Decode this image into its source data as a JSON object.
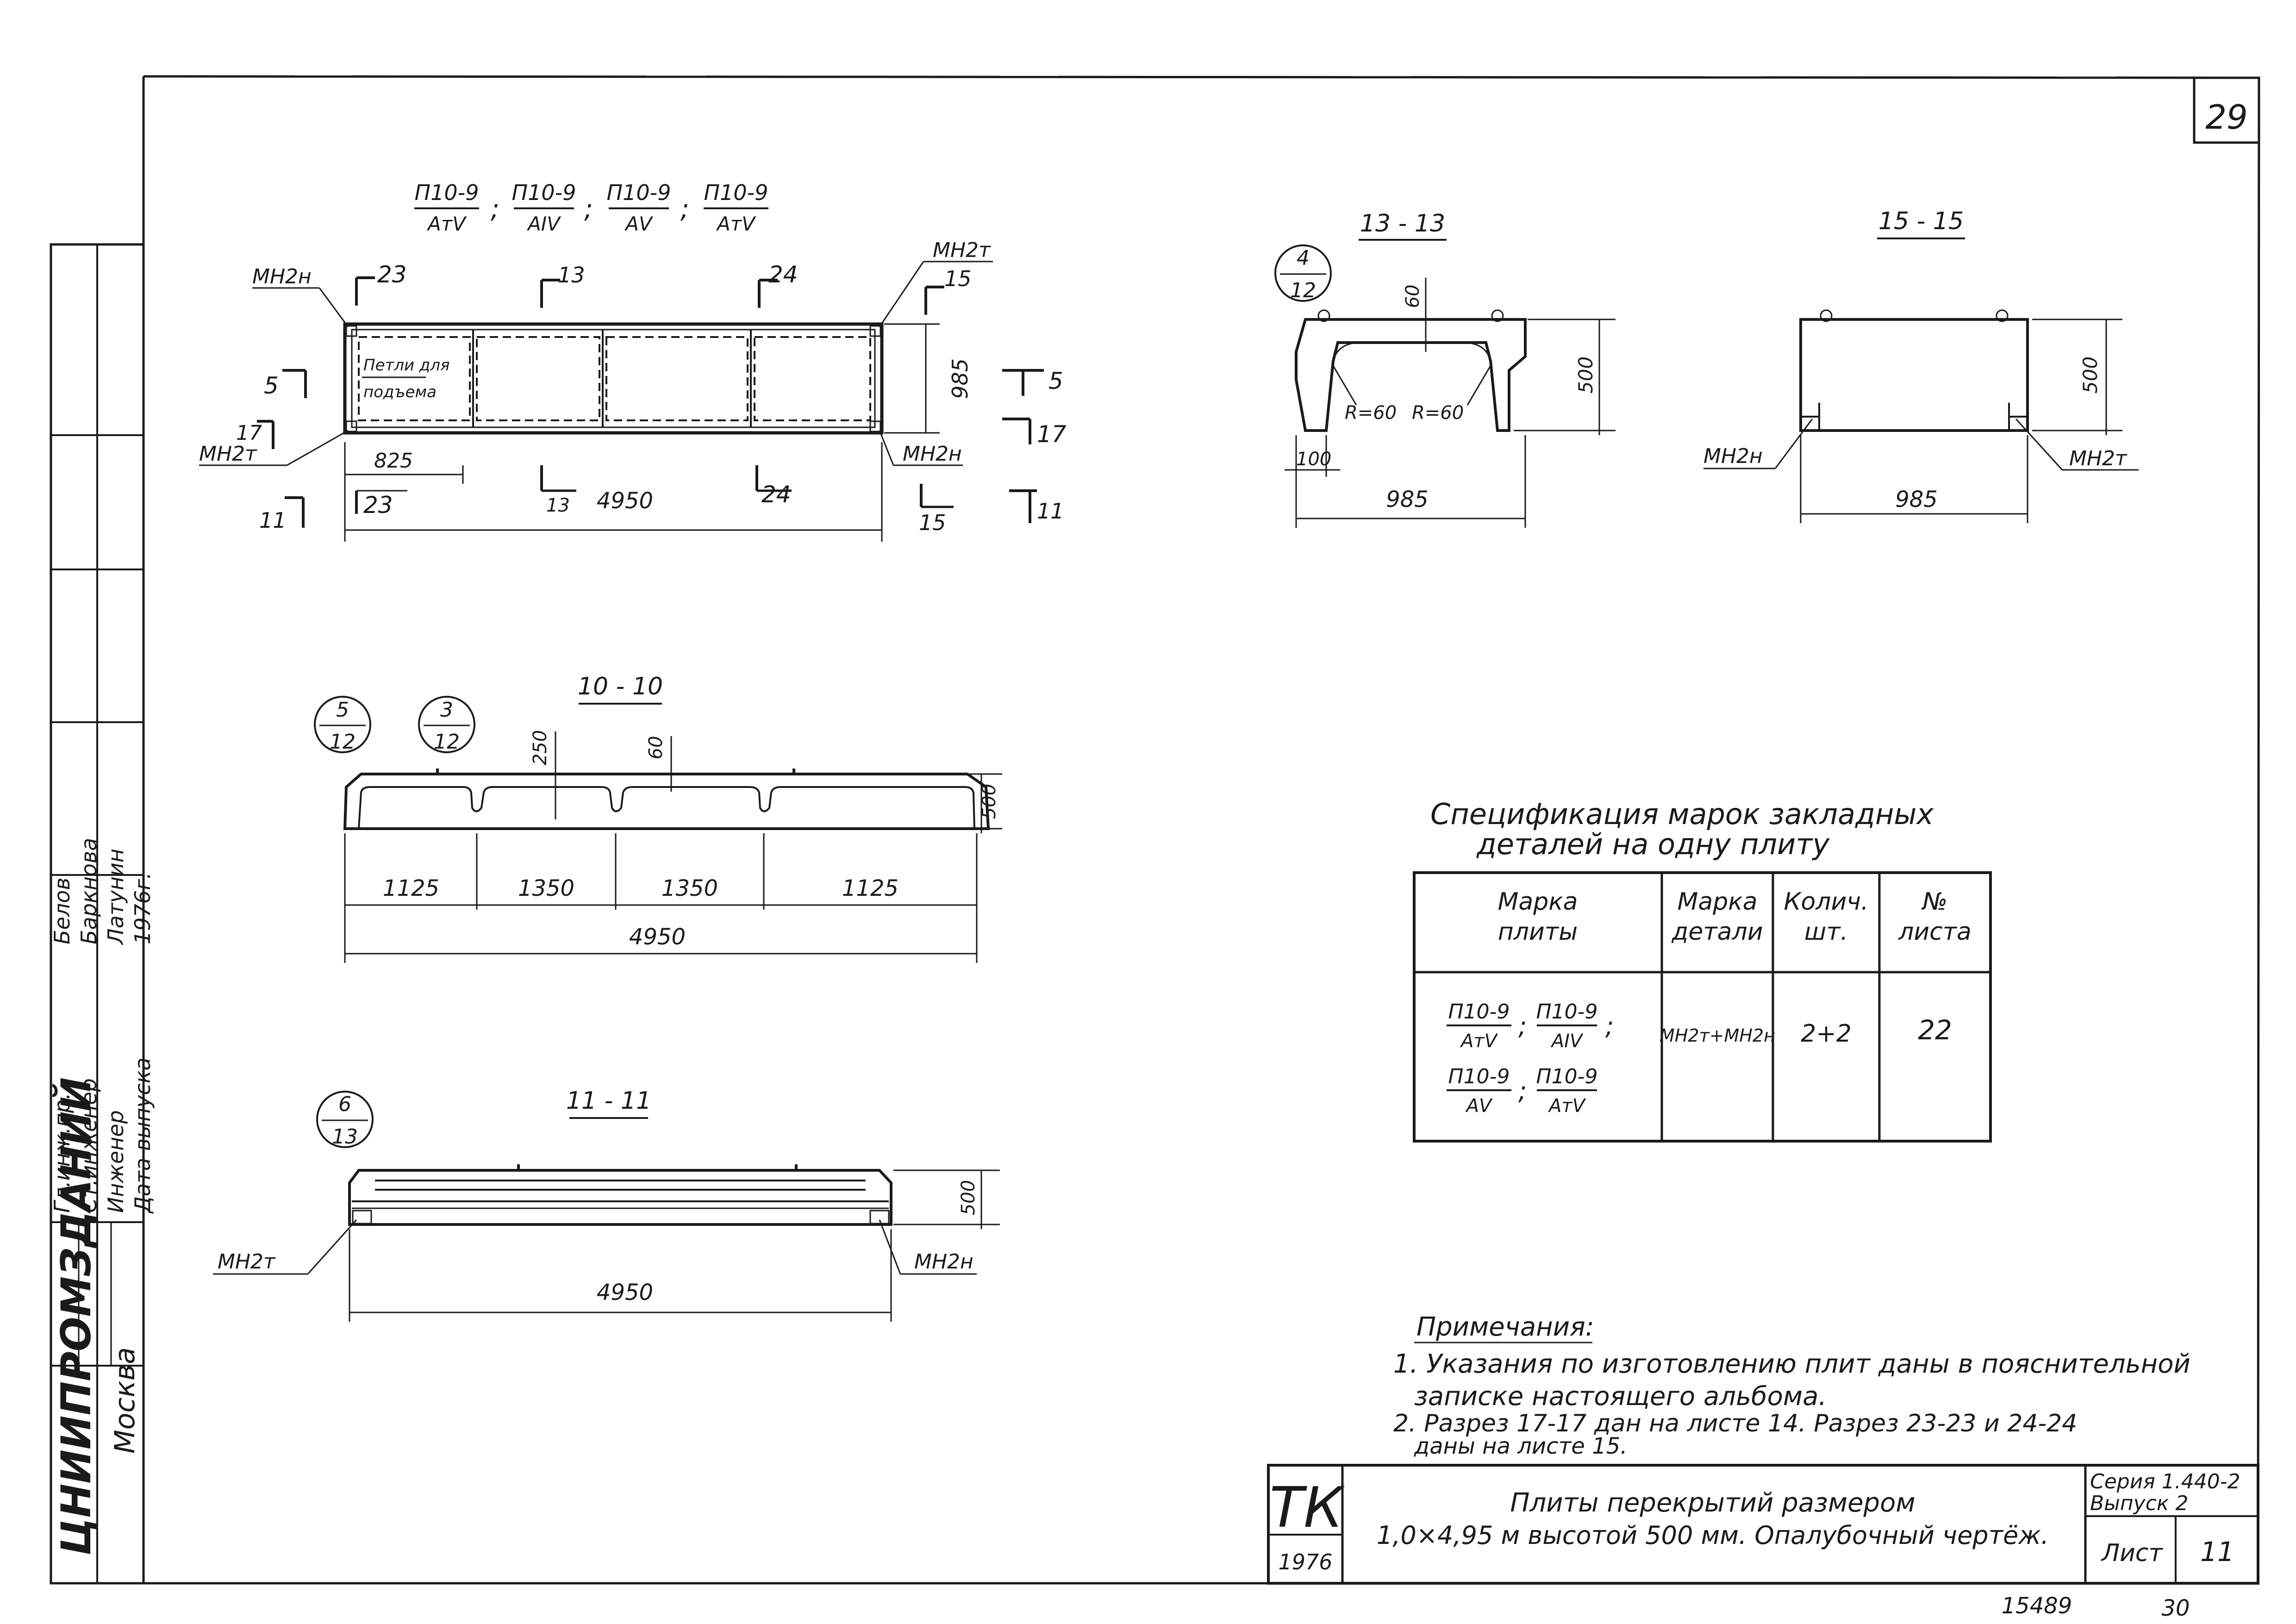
{
  "sheet": {
    "page_no": "29",
    "stamp_bottom_left": "15489",
    "stamp_bottom_right": "30"
  },
  "org": {
    "name": "ЦНИИПРОМЗДАНИЙ",
    "city": "Москва"
  },
  "signatures": {
    "roles": [
      "Гл.инж.пр.",
      "Ст.инженер",
      "Инженер",
      "Дата выпуска"
    ],
    "names": [
      "Белов",
      "Баркнова",
      "Латунин",
      "1976г."
    ]
  },
  "views": {
    "plan": {
      "marks": [
        {
          "num": "П10-9",
          "den": "АтV"
        },
        {
          "num": "П10-9",
          "den": "АIV"
        },
        {
          "num": "П10-9",
          "den": "АV"
        },
        {
          "num": "П10-9",
          "den": "АтV"
        }
      ],
      "mn2n_top": "МН2н",
      "mn2t_top": "МН2т",
      "mn2t_bottom": "МН2т",
      "mn2n_bottom": "МН2н",
      "cut23": "23",
      "cut13": "13",
      "cut24": "24",
      "cut15": "15",
      "cut5": "5",
      "cut17": "17",
      "cut11": "11",
      "hole_note_1": "Петли для",
      "hole_note_2": "подъема",
      "dim_825": "825",
      "dim_4950": "4950",
      "dim_985": "985"
    },
    "s13": {
      "title": "13 - 13",
      "ref_num": "4",
      "ref_den": "12",
      "dim_60": "60",
      "dim_500": "500",
      "r1": "R=60",
      "r2": "R=60",
      "dim_100": "100",
      "dim_985": "985"
    },
    "s15": {
      "title": "15 - 15",
      "dim_500": "500",
      "mn2n": "МН2н",
      "mn2t": "МН2т",
      "dim_985": "985"
    },
    "s10": {
      "title": "10 - 10",
      "ref1_num": "5",
      "ref1_den": "12",
      "ref2_num": "3",
      "ref2_den": "12",
      "dim_250": "250",
      "dim_60": "60",
      "dim_500": "500",
      "segments": [
        "1125",
        "1350",
        "1350",
        "1125"
      ],
      "dim_4950": "4950"
    },
    "s11": {
      "title": "11 - 11",
      "ref_num": "6",
      "ref_den": "13",
      "dim_500": "500",
      "mn2t": "МН2т",
      "mn2n": "МН2н",
      "dim_4950": "4950"
    }
  },
  "spec": {
    "title_line1": "Спецификация марок закладных",
    "title_line2": "деталей на одну плиту",
    "headers": [
      [
        "Марка",
        "плиты"
      ],
      [
        "Марка",
        "детали"
      ],
      [
        "Колич.",
        "шт."
      ],
      [
        "№",
        "листа"
      ]
    ],
    "row_marks": [
      {
        "num": "П10-9",
        "den": "АтV"
      },
      {
        "num": "П10-9",
        "den": "АIV"
      },
      {
        "num": "П10-9",
        "den": "АV"
      },
      {
        "num": "П10-9",
        "den": "АтV"
      }
    ],
    "detail": "МН2т+МН2н",
    "qty": "2+2",
    "sheet": "22"
  },
  "notes": {
    "title": "Примечания:",
    "lines": [
      "1. Указания по изготовлению плит даны в пояснительной",
      "записке настоящего альбома.",
      "2. Разрез 17-17 дан на листе 14. Разрез 23-23 и 24-24",
      "даны на листе 15."
    ]
  },
  "title_block": {
    "logo": "ТК",
    "year": "1976",
    "title_line1": "Плиты перекрытий размером",
    "title_line2": "1,0×4,95 м высотой 500 мм. Опалубочный чертёж.",
    "series": "Серия 1.440-2",
    "issue": "Выпуск 2",
    "sheet_label": "Лист",
    "sheet_no": "11"
  }
}
